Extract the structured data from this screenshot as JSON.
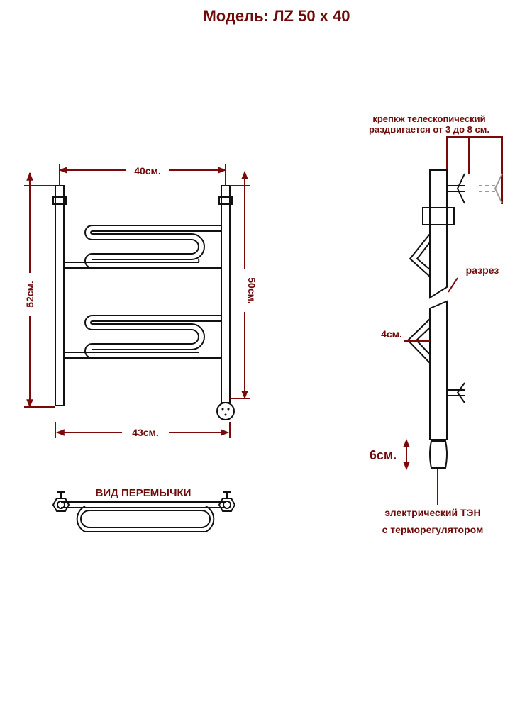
{
  "title": "Модель: ЛZ 50 x 40",
  "dimensions": {
    "top_width": "40см.",
    "left_height": "52см.",
    "right_height": "50см.",
    "bottom_width": "43см.",
    "offset": "4см.",
    "heater_length": "6см."
  },
  "labels": {
    "mount_line1": "крепкж телескопический",
    "mount_line2": "раздвигается от 3 до 8 см.",
    "cut": "разрез",
    "jumper_view": "ВИД ПЕРЕМЫЧКИ",
    "heater_line1": "электрический  ТЭН",
    "heater_line2": "с терморегулятором"
  },
  "colors": {
    "annotation": "#6e0b0b",
    "lines": "#111111"
  }
}
